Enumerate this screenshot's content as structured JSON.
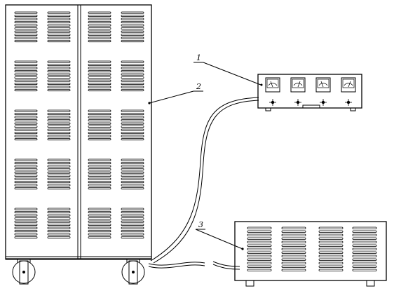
{
  "labels": {
    "meter_panel": "1",
    "cabinet": "2",
    "box": "3"
  },
  "colors": {
    "stroke": "#000000",
    "background": "#ffffff"
  }
}
